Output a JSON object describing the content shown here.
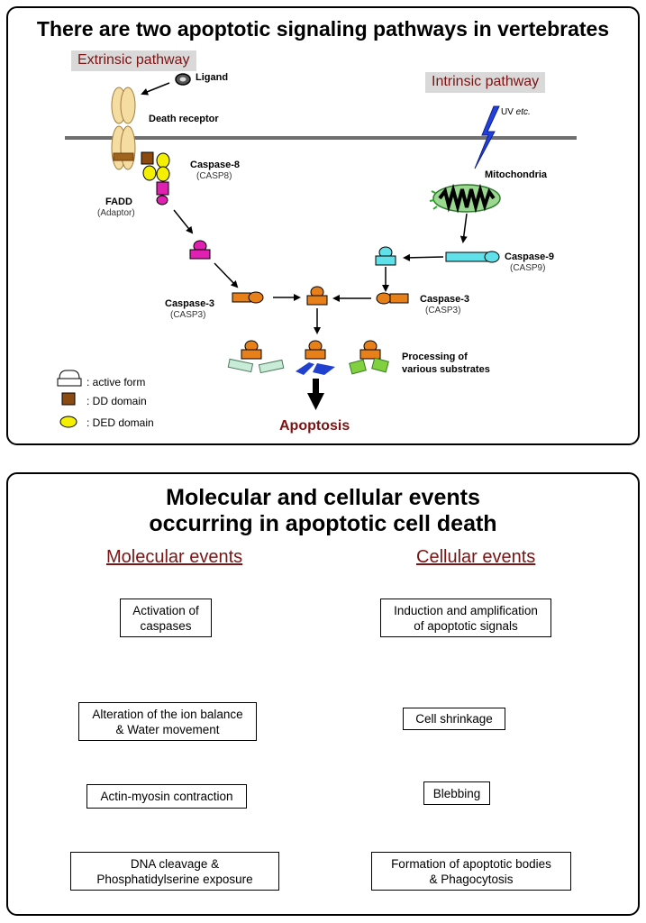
{
  "panel1": {
    "title": "There are two apoptotic signaling pathways in vertebrates",
    "extrinsic_label": "Extrinsic pathway",
    "intrinsic_label": "Intrinsic pathway",
    "ligand": "Ligand",
    "death_receptor": "Death receptor",
    "caspase8": "Caspase-8",
    "casp8": "(CASP8)",
    "fadd": "FADD",
    "adaptor": "(Adaptor)",
    "uv_prefix": "UV ",
    "uv_etc": "etc.",
    "mitochondria": "Mitochondria",
    "caspase9": "Caspase-9",
    "casp9": "(CASP9)",
    "caspase3_left": "Caspase-3",
    "casp3_left": "(CASP3)",
    "caspase3_right": "Caspase-3",
    "casp3_right": "(CASP3)",
    "processing_line1": "Processing of",
    "processing_line2": "various substrates",
    "apoptosis": "Apoptosis",
    "legend": {
      "active_form": ": active form",
      "dd_domain": ": DD domain",
      "ded_domain": ": DED domain"
    }
  },
  "panel2": {
    "title_line1": "Molecular and cellular events",
    "title_line2": "occurring in apoptotic cell death",
    "molecular_heading": "Molecular events",
    "cellular_heading": "Cellular events",
    "molecular_events": [
      {
        "line1": "Activation of",
        "line2": "caspases"
      },
      {
        "line1": "Alteration of the ion balance",
        "line2": "& Water movement"
      },
      {
        "line1": "Actin-myosin contraction",
        "line2": ""
      },
      {
        "line1": "DNA cleavage &",
        "line2": "Phosphatidylserine exposure"
      }
    ],
    "cellular_events": [
      {
        "line1": "Induction and amplification",
        "line2": "of apoptotic signals"
      },
      {
        "line1": "Cell shrinkage",
        "line2": ""
      },
      {
        "line1": "Blebbing",
        "line2": ""
      },
      {
        "line1": "Formation of apoptotic bodies",
        "line2": "& Phagocytosis"
      }
    ]
  },
  "colors": {
    "heading_red": "#7b1414",
    "caspase_orange": "#e8801a",
    "caspase8_magenta": "#e020b0",
    "caspase9_cyan": "#60e0e8",
    "ded_yellow": "#f5f000",
    "dd_brown": "#8b4a10",
    "receptor_tan": "#f5dca0",
    "uv_blue": "#2040e0",
    "mito_green": "#9ad890"
  }
}
